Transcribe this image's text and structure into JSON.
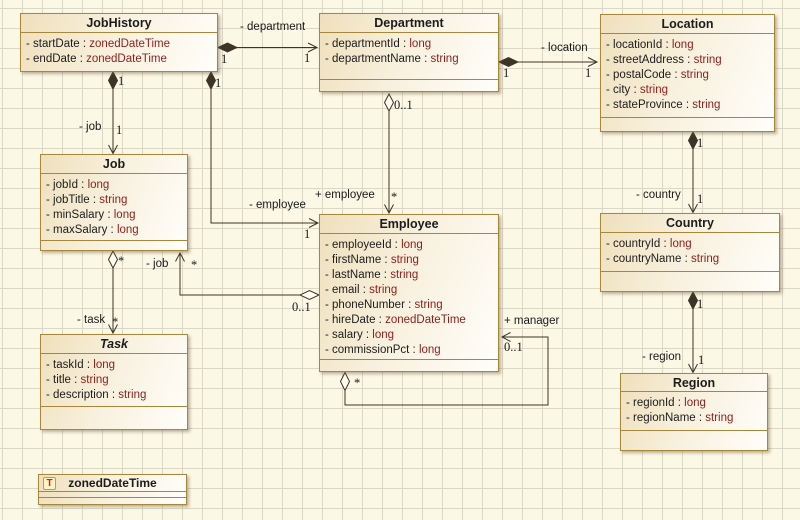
{
  "colors": {
    "background": "#fcf8e6",
    "grid": "#dbd8c8",
    "box_border": "#a8873c",
    "box_fill_left": "#efe0bc",
    "type_text": "#8b1f1a",
    "line": "#3d3427",
    "icon_t": "#cc2222"
  },
  "classes": {
    "jobHistory": {
      "name": "JobHistory",
      "attributes": [
        {
          "name": "- startDate : ",
          "type": "zonedDateTime"
        },
        {
          "name": "- endDate : ",
          "type": "zonedDateTime"
        }
      ]
    },
    "department": {
      "name": "Department",
      "attributes": [
        {
          "name": "- departmentId : ",
          "type": "long"
        },
        {
          "name": "- departmentName : ",
          "type": "string"
        }
      ]
    },
    "location": {
      "name": "Location",
      "attributes": [
        {
          "name": "- locationId : ",
          "type": "long"
        },
        {
          "name": "- streetAddress : ",
          "type": "string"
        },
        {
          "name": "- postalCode : ",
          "type": "string"
        },
        {
          "name": "- city : ",
          "type": "string"
        },
        {
          "name": "- stateProvince : ",
          "type": "string"
        }
      ]
    },
    "job": {
      "name": "Job",
      "attributes": [
        {
          "name": "- jobId : ",
          "type": "long"
        },
        {
          "name": "- jobTitle : ",
          "type": "string"
        },
        {
          "name": "- minSalary : ",
          "type": "long"
        },
        {
          "name": "- maxSalary : ",
          "type": "long"
        }
      ]
    },
    "employee": {
      "name": "Employee",
      "attributes": [
        {
          "name": "- employeeId : ",
          "type": "long"
        },
        {
          "name": "- firstName : ",
          "type": "string"
        },
        {
          "name": "- lastName : ",
          "type": "string"
        },
        {
          "name": "- email : ",
          "type": "string"
        },
        {
          "name": "- phoneNumber : ",
          "type": "string"
        },
        {
          "name": "- hireDate : ",
          "type": "zonedDateTime"
        },
        {
          "name": "- salary : ",
          "type": "long"
        },
        {
          "name": "- commissionPct : ",
          "type": "long"
        }
      ]
    },
    "task": {
      "name": "Task",
      "attributes": [
        {
          "name": "- taskId : ",
          "type": "long"
        },
        {
          "name": "- title : ",
          "type": "string"
        },
        {
          "name": "- description : ",
          "type": "string"
        }
      ]
    },
    "country": {
      "name": "Country",
      "attributes": [
        {
          "name": "- countryId : ",
          "type": "long"
        },
        {
          "name": "- countryName : ",
          "type": "string"
        }
      ]
    },
    "region": {
      "name": "Region",
      "attributes": [
        {
          "name": "- regionId : ",
          "type": "long"
        },
        {
          "name": "- regionName : ",
          "type": "string"
        }
      ]
    },
    "zonedDateTime": {
      "name": "zonedDateTime",
      "icon": "T"
    }
  },
  "connectors": {
    "jhDep": {
      "kind": "composition",
      "label": "- department",
      "m1": "1",
      "m2": "1"
    },
    "depLoc": {
      "kind": "composition",
      "label": "- location",
      "m1": "1",
      "m2": "1"
    },
    "jhJob": {
      "kind": "composition",
      "label": "- job",
      "m1": "1",
      "m2": "1"
    },
    "jhEmp": {
      "kind": "composition",
      "label": "- employee",
      "m1": "1",
      "m2": "1"
    },
    "depEmp": {
      "kind": "aggregation",
      "label": "+ employee",
      "m1": "0..1",
      "m2": "*"
    },
    "jobTask": {
      "kind": "aggregation",
      "label": "- task",
      "m1": "*",
      "m2": "*"
    },
    "empJob": {
      "kind": "aggregation",
      "label": "- job",
      "m1": "0..1",
      "m2": "*"
    },
    "empMgr": {
      "kind": "aggregation",
      "label": "+ manager",
      "m1": "*",
      "m2": "0..1"
    },
    "locCtry": {
      "kind": "composition",
      "label": "- country",
      "m1": "1",
      "m2": "1"
    },
    "ctryRgn": {
      "kind": "composition",
      "label": "- region",
      "m1": "1",
      "m2": "1"
    }
  }
}
